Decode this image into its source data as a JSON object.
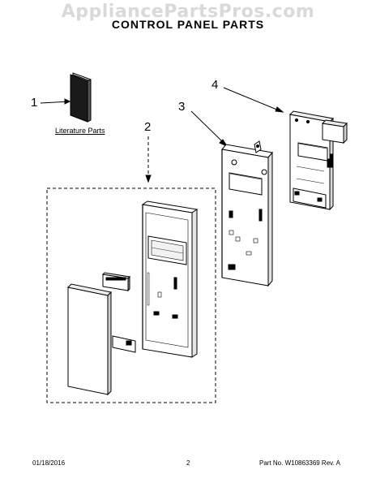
{
  "watermark": "AppliancePartsPros.com",
  "title": "CONTROL PANEL PARTS",
  "callouts": {
    "c1": "1",
    "c2": "2",
    "c3": "3",
    "c4": "4"
  },
  "literature_label": "Literature Parts",
  "footer": {
    "date": "01/18/2016",
    "page": "2",
    "part_info": "Part No. W10863369  Rev. A"
  }
}
